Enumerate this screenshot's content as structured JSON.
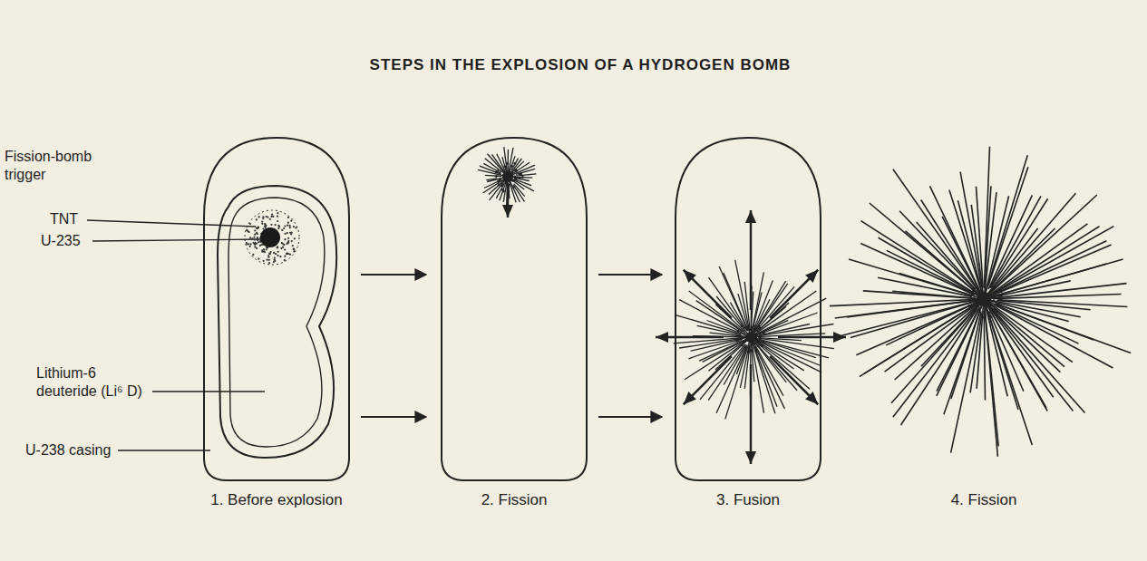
{
  "diagram": {
    "title": "STEPS IN THE EXPLOSION OF A HYDROGEN BOMB",
    "labels": [
      "Fission-bomb trigger",
      "TNT",
      "U-235",
      "Lithium-6 deuteride (Li⁶ D)",
      "U-238 casing",
      "1. Before explosion",
      "2. Fission",
      "3. Fusion",
      "4. Fission"
    ]
  }
}
